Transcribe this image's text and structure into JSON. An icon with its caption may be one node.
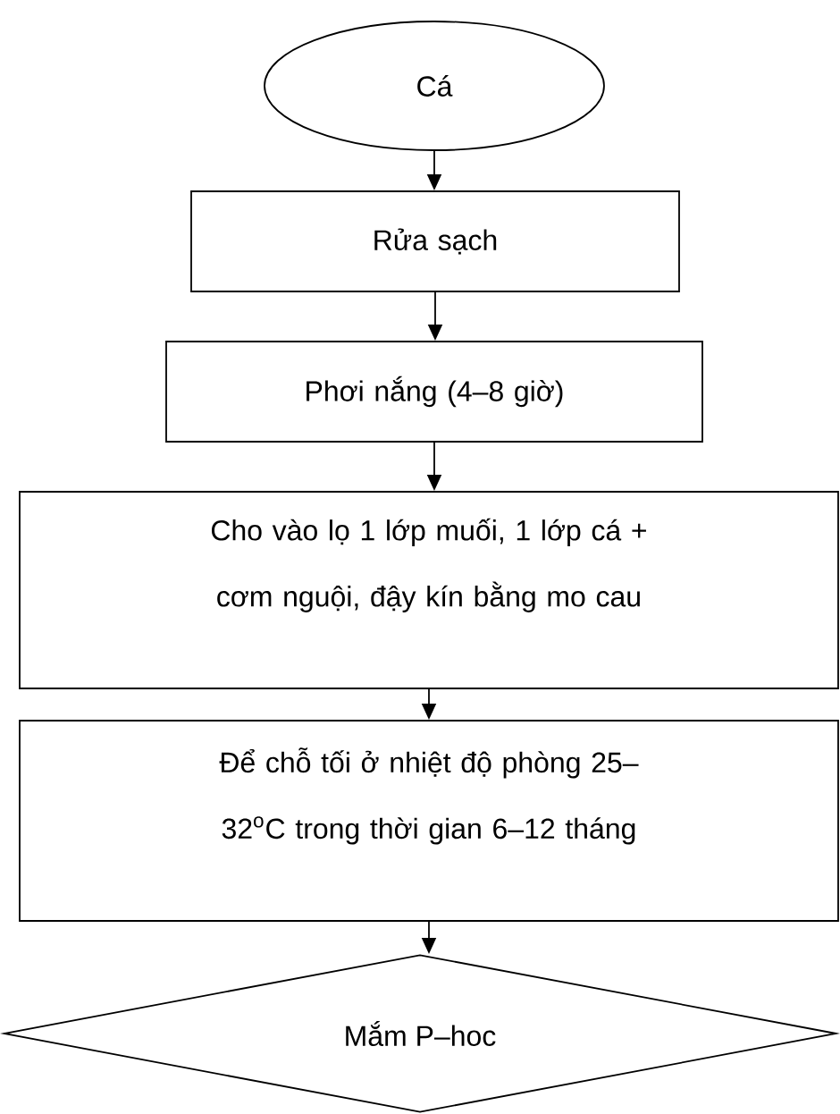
{
  "diagram": {
    "nodes": [
      {
        "text": [
          "Cá"
        ]
      },
      {
        "text": [
          "Rửa sạch"
        ]
      },
      {
        "text": [
          "Phơi nắng (4–8 giờ)"
        ]
      },
      {
        "text": [
          "Cho vào lọ 1 lớp muối, 1 lớp cá + cơm nguội, đậy kín bằng mo cau"
        ]
      },
      {
        "text": [
          "Để chỗ tối ở nhiệt độ phòng 25–32$^{o}$C trong thời gian 6–12 tháng"
        ]
      },
      {
        "text": [
          "Mắm P–hoc"
        ]
      }
    ],
    "edges": [
      {
        "from": 0,
        "to": 1,
        "arrow": "to"
      },
      {
        "from": 1,
        "to": 2,
        "arrow": "to"
      },
      {
        "from": 2,
        "to": 3,
        "arrow": "to"
      },
      {
        "from": 3,
        "to": 4,
        "arrow": "to"
      },
      {
        "from": 4,
        "to": 5,
        "arrow": "to"
      }
    ]
  }
}
